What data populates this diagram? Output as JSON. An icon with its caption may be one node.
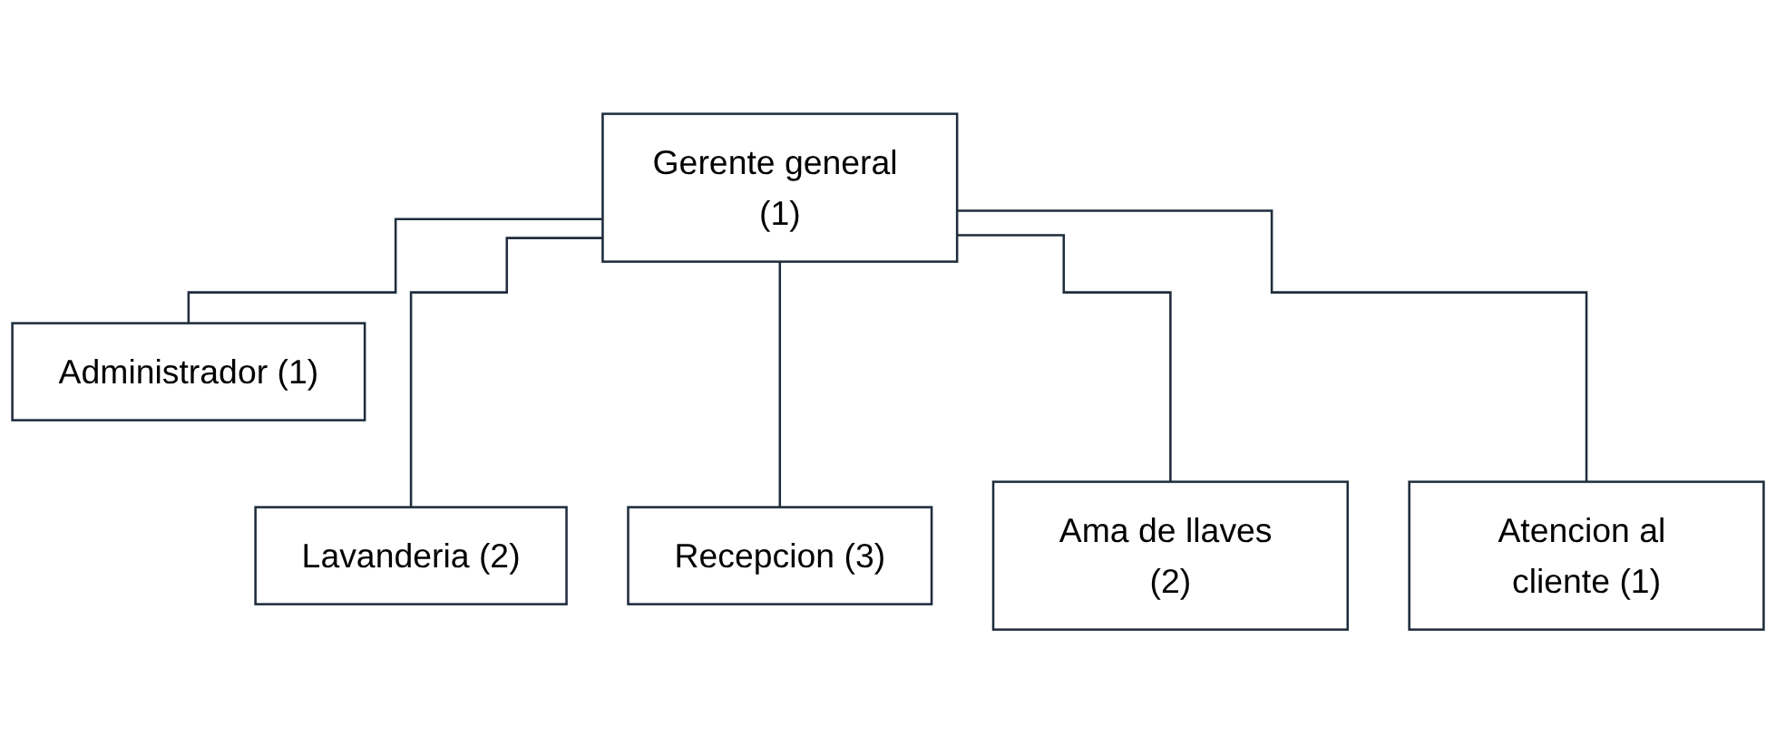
{
  "diagram": {
    "nodes": [
      {
        "text": [
          "Gerente general (1)"
        ]
      },
      {
        "text": [
          "Administrador (1)"
        ]
      },
      {
        "text": [
          "Lavanderia (2)"
        ]
      },
      {
        "text": [
          "Recepcion (3)"
        ]
      },
      {
        "text": [
          "Ama de llaves (2)"
        ]
      },
      {
        "text": [
          "Atencion al cliente (1)"
        ]
      }
    ],
    "edges": [
      {
        "from": 0,
        "to": 1,
        "arrow": "none"
      },
      {
        "from": 0,
        "to": 2,
        "arrow": "none"
      },
      {
        "from": 0,
        "to": 3,
        "arrow": "none"
      },
      {
        "from": 0,
        "to": 4,
        "arrow": "none"
      },
      {
        "from": 0,
        "to": 5,
        "arrow": "none"
      }
    ]
  }
}
